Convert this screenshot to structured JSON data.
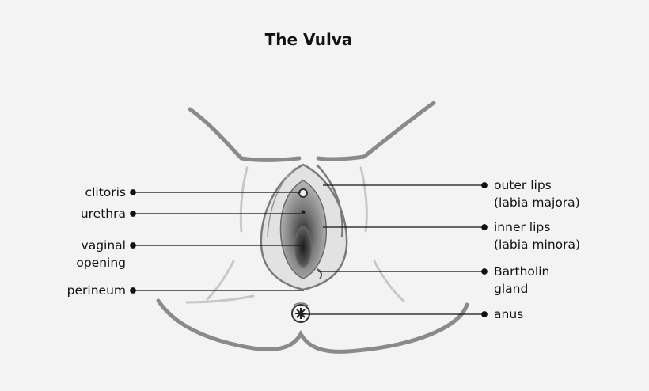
{
  "title": "The Vulva",
  "labels": {
    "clitoris": "clitoris",
    "urethra": "urethra",
    "vaginal_opening": [
      "vaginal",
      "opening"
    ],
    "perineum": "perineum",
    "outer_lips": [
      "outer lips",
      "(labia majora)"
    ],
    "inner_lips": [
      "inner lips",
      "(labia minora)"
    ],
    "bartholin_gland": [
      "Bartholin",
      "gland"
    ],
    "anus": "anus"
  }
}
